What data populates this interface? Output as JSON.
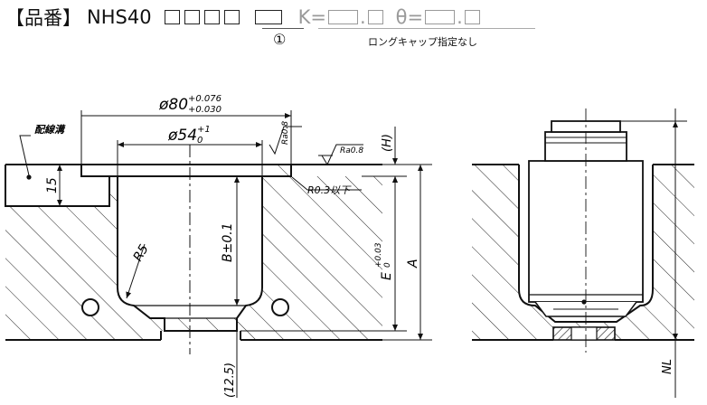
{
  "header": {
    "bracket_label": "【品番】",
    "model": "NHS40",
    "k_label": "K=",
    "theta_label": "θ=",
    "dot": ".",
    "circled_number": "①",
    "cap_note": "ロングキャップ指定なし"
  },
  "drawing": {
    "channel_label": "配線溝",
    "dim_outer_dia": "ø80",
    "dim_outer_tol_upper": "+0.076",
    "dim_outer_tol_lower": "+0.030",
    "dim_inner_dia": "ø54",
    "dim_inner_tol_upper": "+1",
    "dim_inner_tol_lower": "0",
    "roughness_1": "Ra0.8",
    "roughness_2": "Ra0.8",
    "chamfer_note": "R0.3以下",
    "dim_h": "(H)",
    "dim_15": "15",
    "dim_r5": "R5",
    "dim_b": "B±0.1",
    "dim_e": "E",
    "dim_e_tol_upper": "+0.03",
    "dim_e_tol_lower": "0",
    "dim_a": "A",
    "dim_12_5": "(12.5)",
    "dim_nl": "NL"
  },
  "colors": {
    "line": "#111111",
    "grey_text": "#9a9a9a"
  }
}
